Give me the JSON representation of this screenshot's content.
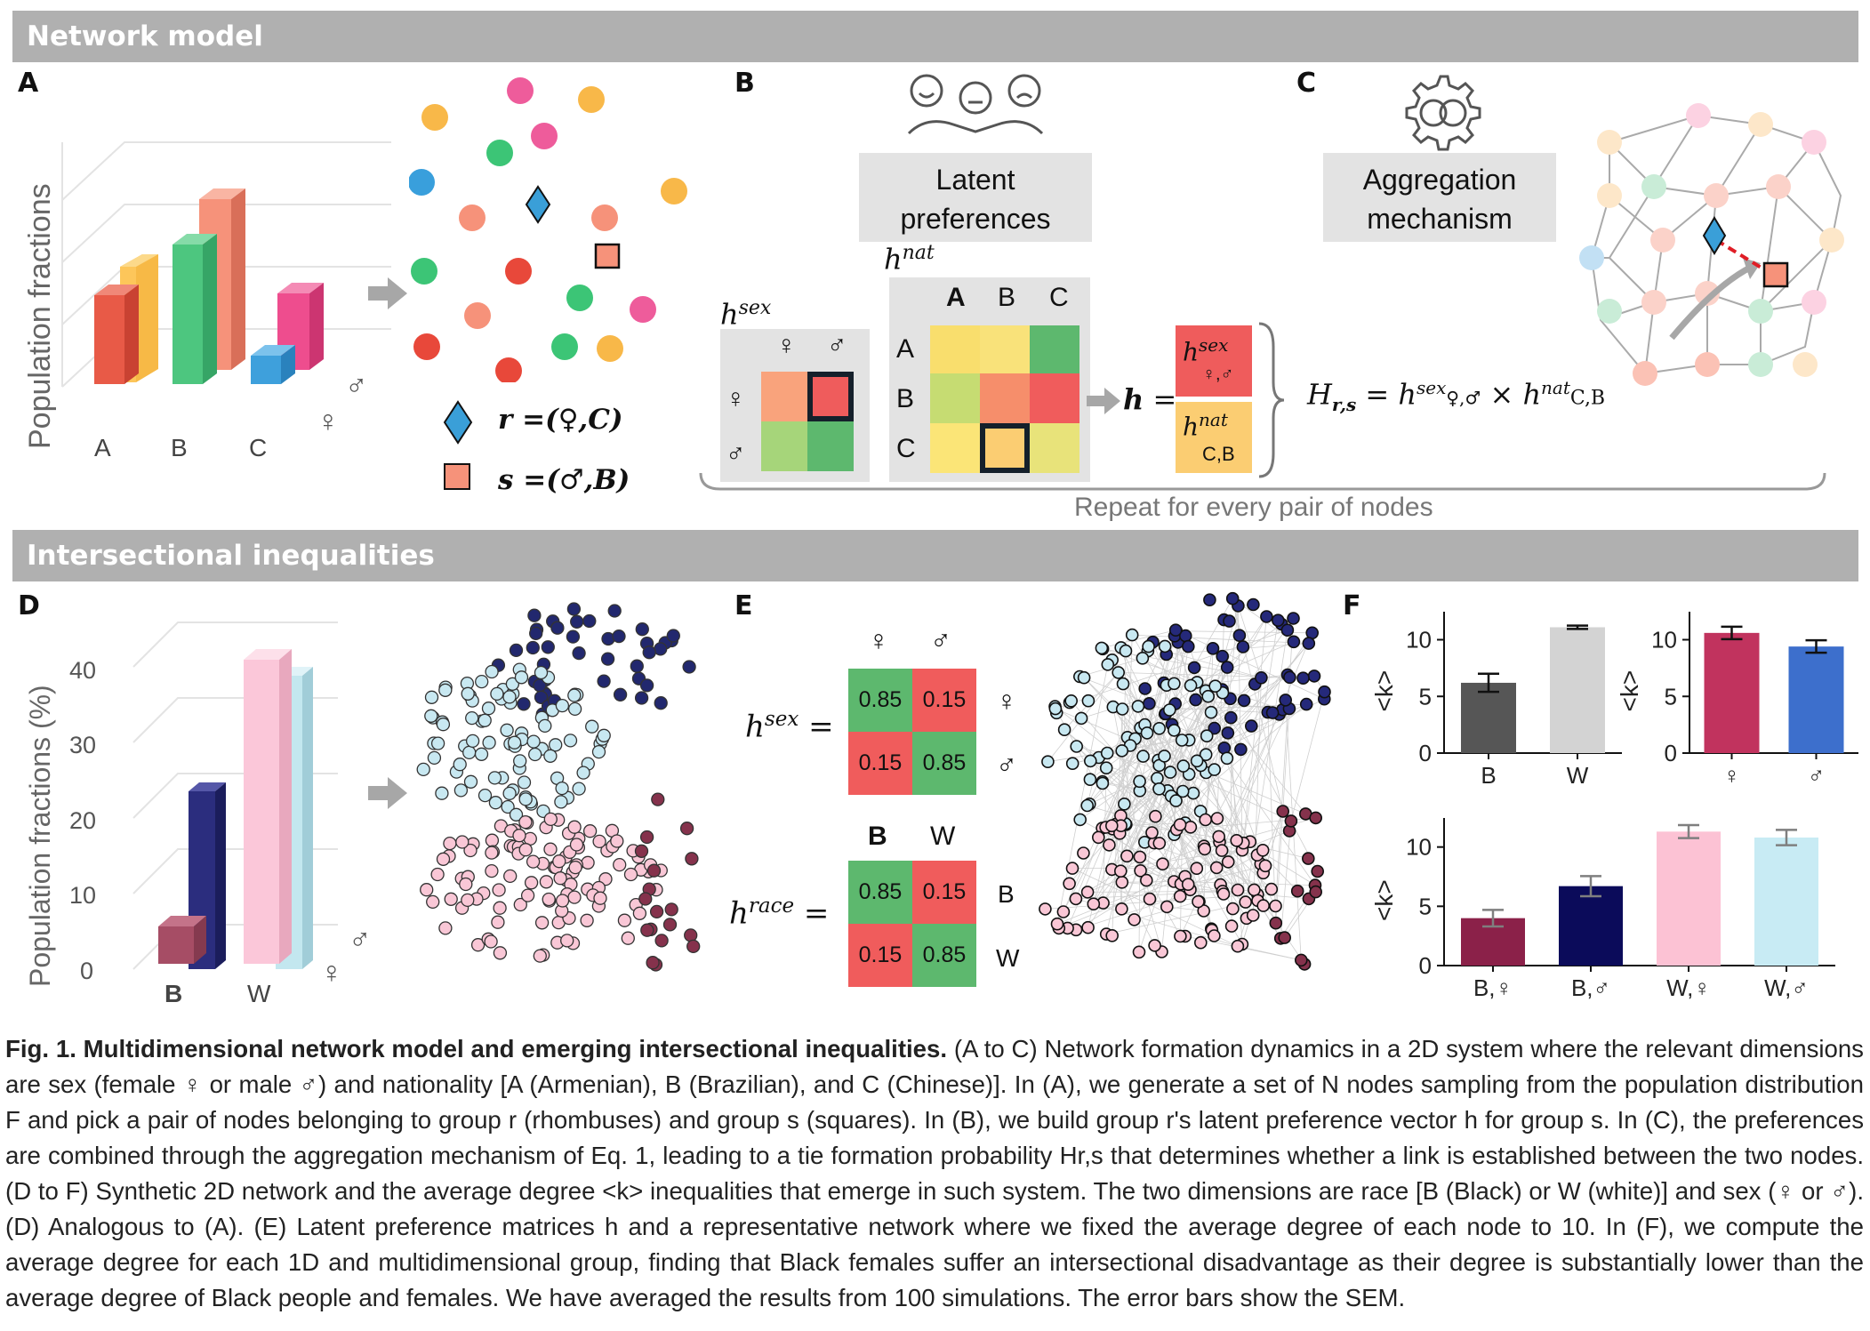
{
  "sections": {
    "top": "Network model",
    "bottom": "Intersectional inequalities"
  },
  "panels": {
    "A": "A",
    "B": "B",
    "C": "C",
    "D": "D",
    "E": "E",
    "F": "F"
  },
  "panelA": {
    "ylabel": "Population fractions",
    "categories": [
      "A",
      "B",
      "C"
    ],
    "sex_symbols": [
      "♀",
      "♂"
    ],
    "legend_r": "r =(♀,C)",
    "legend_s": "s =(♂,B)"
  },
  "panelB": {
    "box_label_line1": "Latent",
    "box_label_line2": "preferences",
    "hsex_label": "h",
    "hsex_sup": "sex",
    "hnat_label": "h",
    "hnat_sup": "nat",
    "sex_headers": [
      "♀",
      "♂"
    ],
    "nat_headers": [
      "A",
      "B",
      "C"
    ],
    "h_eq": "h =",
    "hsex_entry_sub": "♀,♂",
    "hnat_entry_sub": "C,B"
  },
  "panelC": {
    "box_label_line1": "Aggregation",
    "box_label_line2": "mechanism",
    "formula_lhs": "H",
    "formula_lhs_sub": "r,s",
    "formula_mid": " = ",
    "times": "×",
    "repeat": "Repeat for every pair of nodes"
  },
  "panelD": {
    "ylabel": "Population fractions (%)",
    "yticks": [
      "0",
      "10",
      "20",
      "30",
      "40"
    ],
    "categories": [
      "B",
      "W"
    ],
    "sex_symbols": [
      "♀",
      "♂"
    ]
  },
  "panelE": {
    "hsex_label": "h",
    "hsex_sup": "sex",
    "hrace_label": "h",
    "hrace_sup": "race",
    "eq": "=",
    "sex_headers": [
      "♀",
      "♂"
    ],
    "race_headers": [
      "B",
      "W"
    ],
    "hsex": [
      [
        "0.85",
        "0.15"
      ],
      [
        "0.15",
        "0.85"
      ]
    ],
    "hrace": [
      [
        "0.85",
        "0.15"
      ],
      [
        "0.15",
        "0.85"
      ]
    ]
  },
  "chart_data": [
    {
      "type": "bar",
      "categories": [
        "B",
        "W"
      ],
      "values": [
        6.2,
        11.1
      ],
      "errors": [
        0.8,
        0.15
      ],
      "ylabel": "<k>",
      "ylim": [
        0,
        12
      ],
      "yticks": [
        "0",
        "5",
        "10"
      ],
      "colors": [
        "#565656",
        "#d3d3d3"
      ]
    },
    {
      "type": "bar",
      "categories": [
        "♀",
        "♂"
      ],
      "values": [
        10.6,
        9.4
      ],
      "errors": [
        0.55,
        0.55
      ],
      "ylabel": "<k>",
      "ylim": [
        0,
        12
      ],
      "yticks": [
        "0",
        "5",
        "10"
      ],
      "colors": [
        "#c1335e",
        "#3d6fcc"
      ]
    },
    {
      "type": "bar",
      "categories": [
        "B,♀",
        "B,♂",
        "W,♀",
        "W,♂"
      ],
      "values": [
        4.0,
        6.7,
        11.3,
        10.8
      ],
      "errors": [
        0.7,
        0.85,
        0.55,
        0.65
      ],
      "ylabel": "<k>",
      "ylim": [
        0,
        12
      ],
      "yticks": [
        "0",
        "5",
        "10"
      ],
      "colors": [
        "#8b2149",
        "#0b0b5a",
        "#fcc2d4",
        "#c8ebf4"
      ]
    }
  ],
  "caption": {
    "fig": "Fig. 1. Multidimensional network model and emerging intersectional inequalities.",
    "text": " (A to C) Network formation dynamics in a 2D system where the relevant dimensions are sex (female ♀ or male ♂) and nationality [A (Armenian), B (Brazilian), and C (Chinese)]. In (A), we generate a set of N nodes sampling from the population distribution F and pick a pair of nodes belonging to group r (rhombuses) and group s (squares). In (B), we build group r's latent preference vector h for group s. In (C), the preferences are combined through the aggregation mechanism of Eq. 1, leading to a tie formation probability Hr,s that determines whether a link is established between the two nodes. (D to F) Synthetic 2D network and the average degree <k> inequalities that emerge in such system. The two dimensions are race [B (Black) or W (white)] and sex (♀ or ♂). (D) Analogous to (A). (E) Latent preference matrices h and a representative network where we fixed the average degree of each node to 10. In (F), we compute the average degree for each 1D and multidimensional group, finding that Black females suffer an intersectional disadvantage as their degree is substantially lower than the average degree of Black people and females. We have averaged the results from 100 simulations. The error bars show the SEM."
  }
}
